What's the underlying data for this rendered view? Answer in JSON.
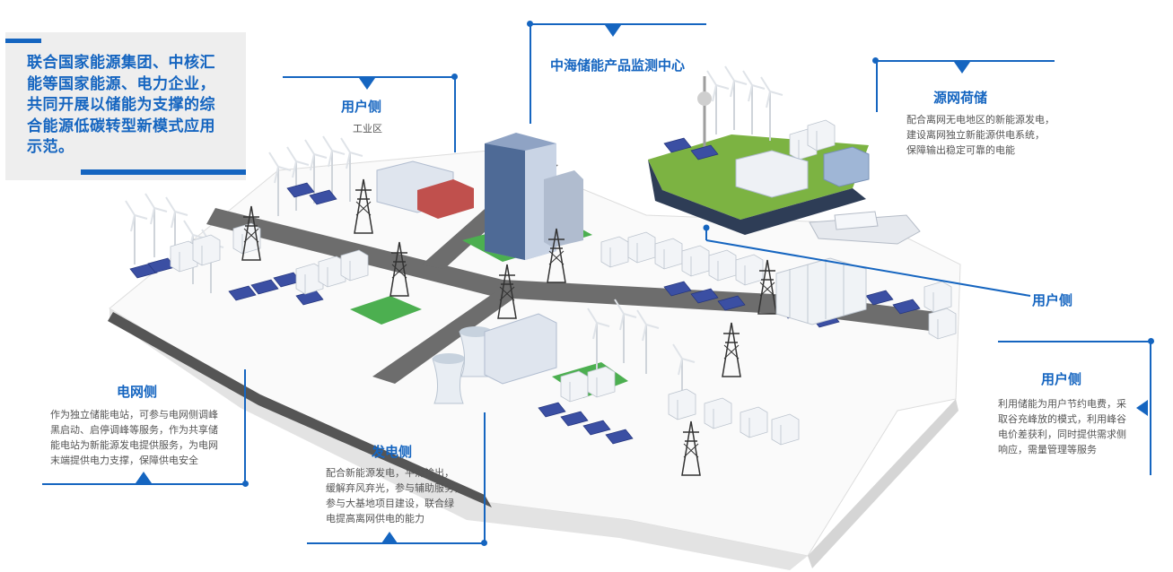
{
  "intro": {
    "text": "联合国家能源集团、中核汇能等国家能源、电力企业，共同开展以储能为支撑的综合能源低碳转型新模式应用示范。"
  },
  "callouts": {
    "user_side_industrial": {
      "title": "用户侧",
      "subtitle": "工业区"
    },
    "monitoring_center": {
      "title": "中海储能产品监测中心"
    },
    "source_grid_load_storage": {
      "title": "源网荷储",
      "lines": [
        "配合离网无电地区的新能源发电，",
        "建设离网独立新能源供电系统，",
        "保障输出稳定可靠的电能"
      ]
    },
    "user_side_middle": {
      "title": "用户侧"
    },
    "user_side_right": {
      "title": "用户侧",
      "lines": [
        "利用储能为用户节约电费，采",
        "取谷充峰放的模式，利用峰谷",
        "电价差获利，同时提供需求侧",
        "响应，需量管理等服务"
      ]
    },
    "grid_side": {
      "title": "电网侧",
      "lines": [
        "作为独立储能电站，可参与电网侧调峰",
        "黑启动、启停调峰等服务，作为共享储",
        "能电站为新能源发电提供服务，为电网",
        "末端提供电力支撑，保障供电安全"
      ]
    },
    "generation_side": {
      "title": "发电侧",
      "lines": [
        "配合新能源发电，平滑输出，",
        "缓解弃风弃光，参与辅助服务，",
        "参与大基地项目建设，联合绿",
        "电提高离网供电的能力"
      ]
    }
  },
  "colors": {
    "accent": "#1565c0",
    "text_gray": "#555555",
    "intro_bg": "#eeeeee",
    "grass": "#4caf50",
    "road": "#6d6d6d",
    "solar": "#3b4fa3"
  },
  "icons": [
    "wind-turbine-icon",
    "solar-panel-icon",
    "transmission-tower-icon",
    "cooling-tower-icon",
    "office-building-icon",
    "storage-container-icon",
    "ship-icon",
    "greenhouse-icon"
  ]
}
